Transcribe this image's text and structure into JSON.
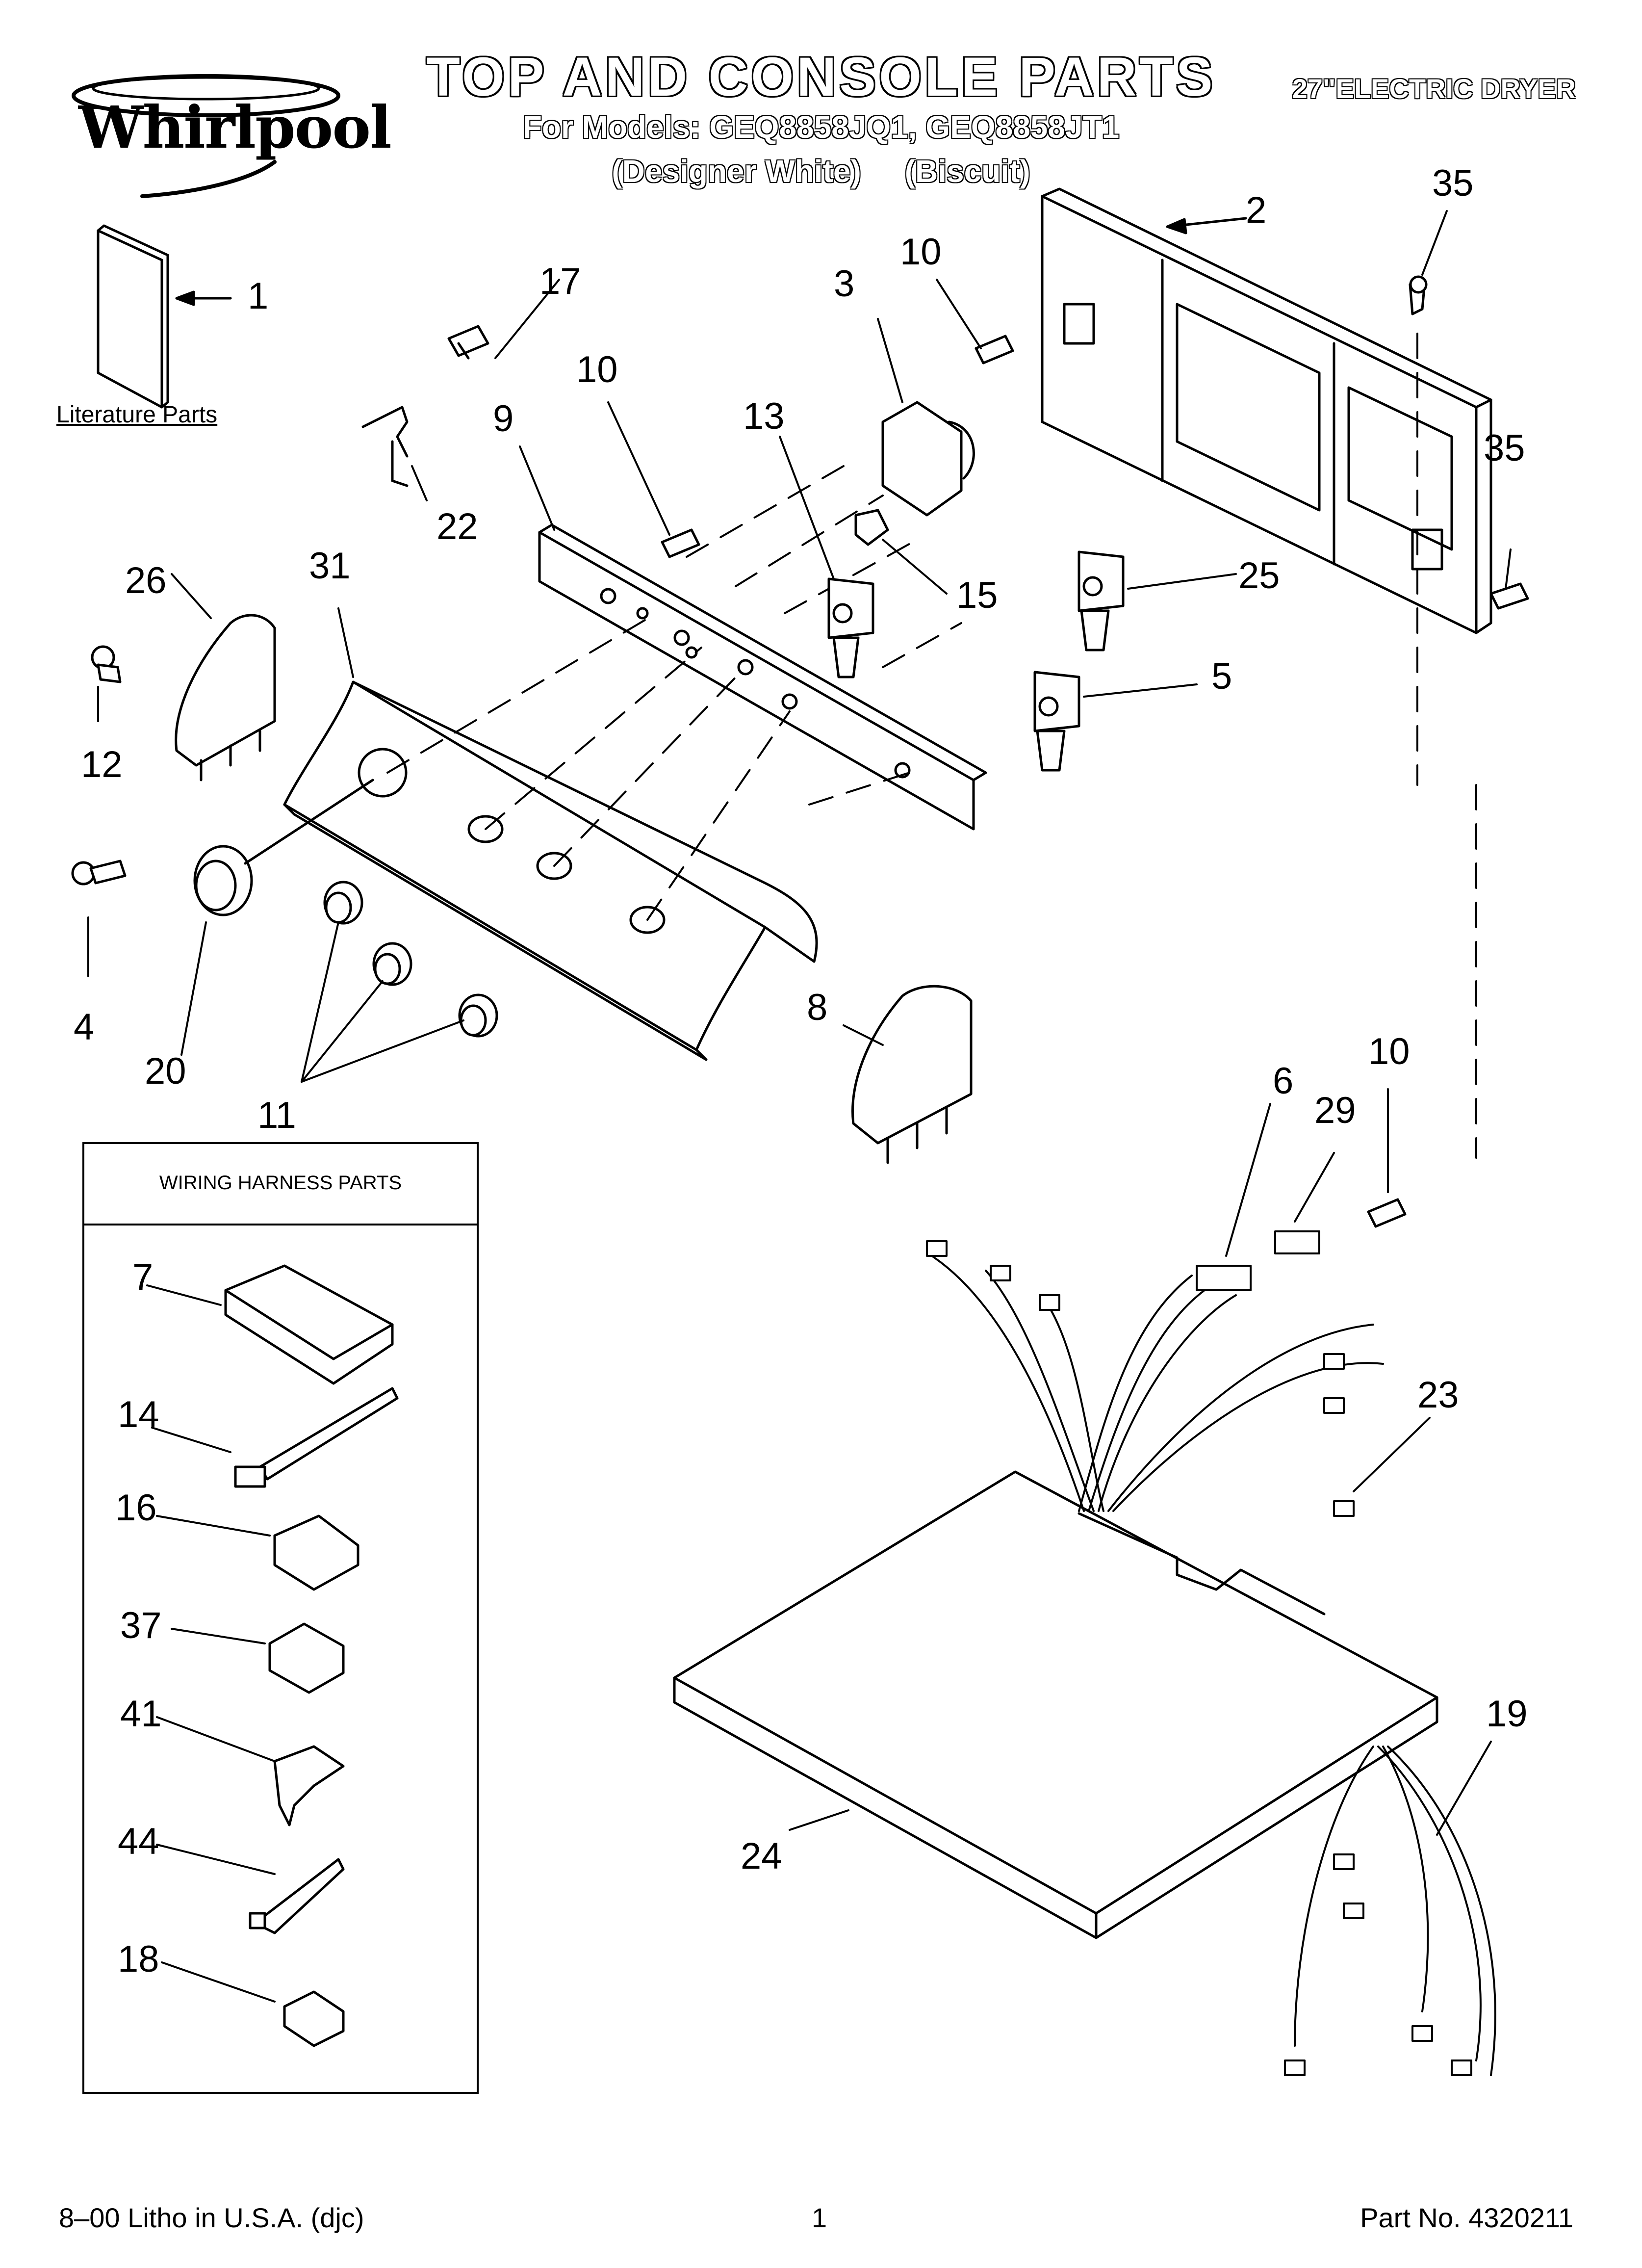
{
  "header": {
    "title": "TOP AND CONSOLE PARTS",
    "models_line": "For Models: GEQ8858JQ1, GEQ8858JT1",
    "colors_line": "(Designer White)     (Biscuit)",
    "product": "27\"ELECTRIC DRYER",
    "brand": "Whirlpool"
  },
  "literature": {
    "label": "Literature Parts"
  },
  "harness_box": {
    "title": "WIRING HARNESS PARTS"
  },
  "callouts": {
    "c1": "1",
    "c2": "2",
    "c3": "3",
    "c10a": "10",
    "c35a": "35",
    "c17": "17",
    "c10b": "10",
    "c9": "9",
    "c13": "13",
    "c35b": "35",
    "c22": "22",
    "c26": "26",
    "c31": "31",
    "c15": "15",
    "c25": "25",
    "c12": "12",
    "c5": "5",
    "c4": "4",
    "c20": "20",
    "c11": "11",
    "c8": "8",
    "c10c": "10",
    "c6": "6",
    "c29": "29",
    "c23": "23",
    "c19": "19",
    "c24": "24",
    "c7": "7",
    "c14": "14",
    "c16": "16",
    "c37": "37",
    "c41": "41",
    "c44": "44",
    "c18": "18"
  },
  "footer": {
    "litho": "8–00 Litho in U.S.A. (djc)",
    "page": "1",
    "part_no": "Part No. 4320211"
  }
}
